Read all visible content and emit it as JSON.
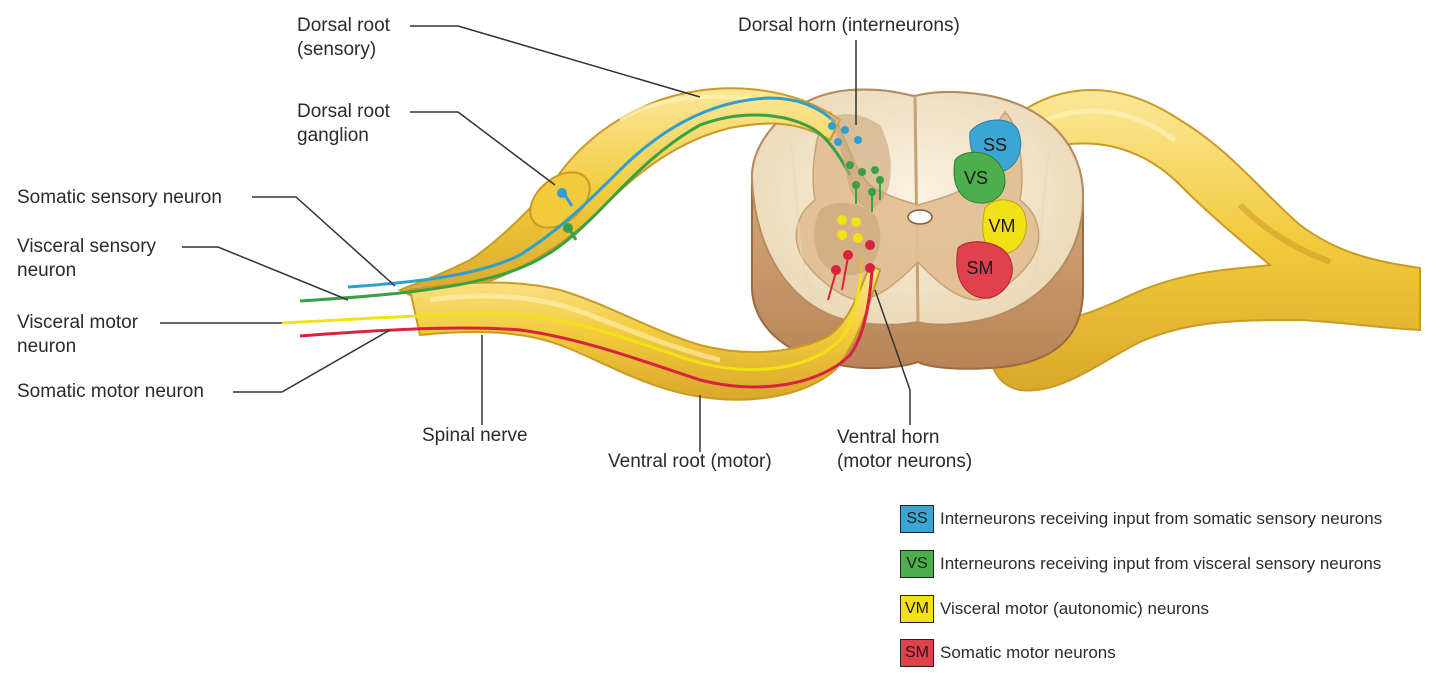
{
  "labels": {
    "dorsal_root_line1": "Dorsal root",
    "dorsal_root_line2": "(sensory)",
    "dorsal_root_ganglion_line1": "Dorsal root",
    "dorsal_root_ganglion_line2": "ganglion",
    "dorsal_horn": "Dorsal horn (interneurons)",
    "somatic_sensory_neuron": "Somatic sensory neuron",
    "visceral_sensory_neuron_line1": "Visceral sensory",
    "visceral_sensory_neuron_line2": "neuron",
    "visceral_motor_neuron_line1": "Visceral motor",
    "visceral_motor_neuron_line2": "neuron",
    "somatic_motor_neuron": "Somatic motor neuron",
    "spinal_nerve": "Spinal nerve",
    "ventral_root": "Ventral root (motor)",
    "ventral_horn_line1": "Ventral horn",
    "ventral_horn_line2": "(motor neurons)"
  },
  "regions": {
    "ss": "SS",
    "vs": "VS",
    "vm": "VM",
    "sm": "SM"
  },
  "legend": [
    {
      "code": "SS",
      "text": "Interneurons receiving input from somatic sensory neurons",
      "color": "#3aa6d4"
    },
    {
      "code": "VS",
      "text": "Interneurons receiving input from visceral sensory neurons",
      "color": "#4cae4c"
    },
    {
      "code": "VM",
      "text": "Visceral motor (autonomic) neurons",
      "color": "#f2e116"
    },
    {
      "code": "SM",
      "text": "Somatic motor neurons",
      "color": "#e0414d"
    }
  ],
  "colors": {
    "nerve": "#f0c93a",
    "nerve_light": "#fbe79a",
    "white_matter": "#f3e6cf",
    "gray_matter": "#ddb98a",
    "cord_side": "#c89b6e",
    "somatic_sensory": "#2f9fd0",
    "visceral_sensory": "#3aa043",
    "visceral_motor": "#f2e116",
    "somatic_motor": "#d9223f"
  }
}
